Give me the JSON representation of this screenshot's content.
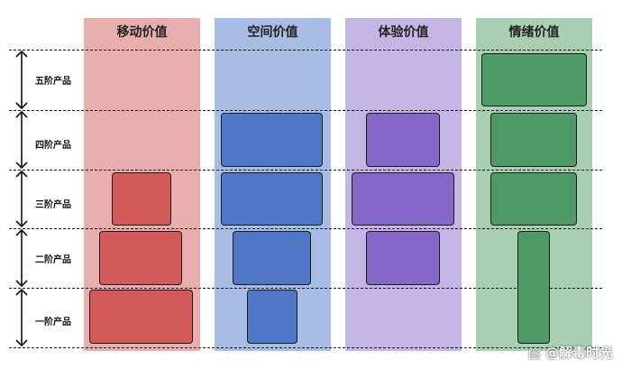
{
  "columns": [
    {
      "title": "移动价值",
      "bg": "#e8aeae",
      "fill": "#d45a5a"
    },
    {
      "title": "空间价值",
      "bg": "#a8bde3",
      "fill": "#4e77c8"
    },
    {
      "title": "体验价值",
      "bg": "#c4b5e4",
      "fill": "#8467c8"
    },
    {
      "title": "情绪价值",
      "bg": "#a8cfb1",
      "fill": "#4e9a66"
    }
  ],
  "tiers": [
    "五阶产品",
    "四阶产品",
    "三阶产品",
    "二阶产品",
    "一阶产品"
  ],
  "watermark": "@解毒时光"
}
